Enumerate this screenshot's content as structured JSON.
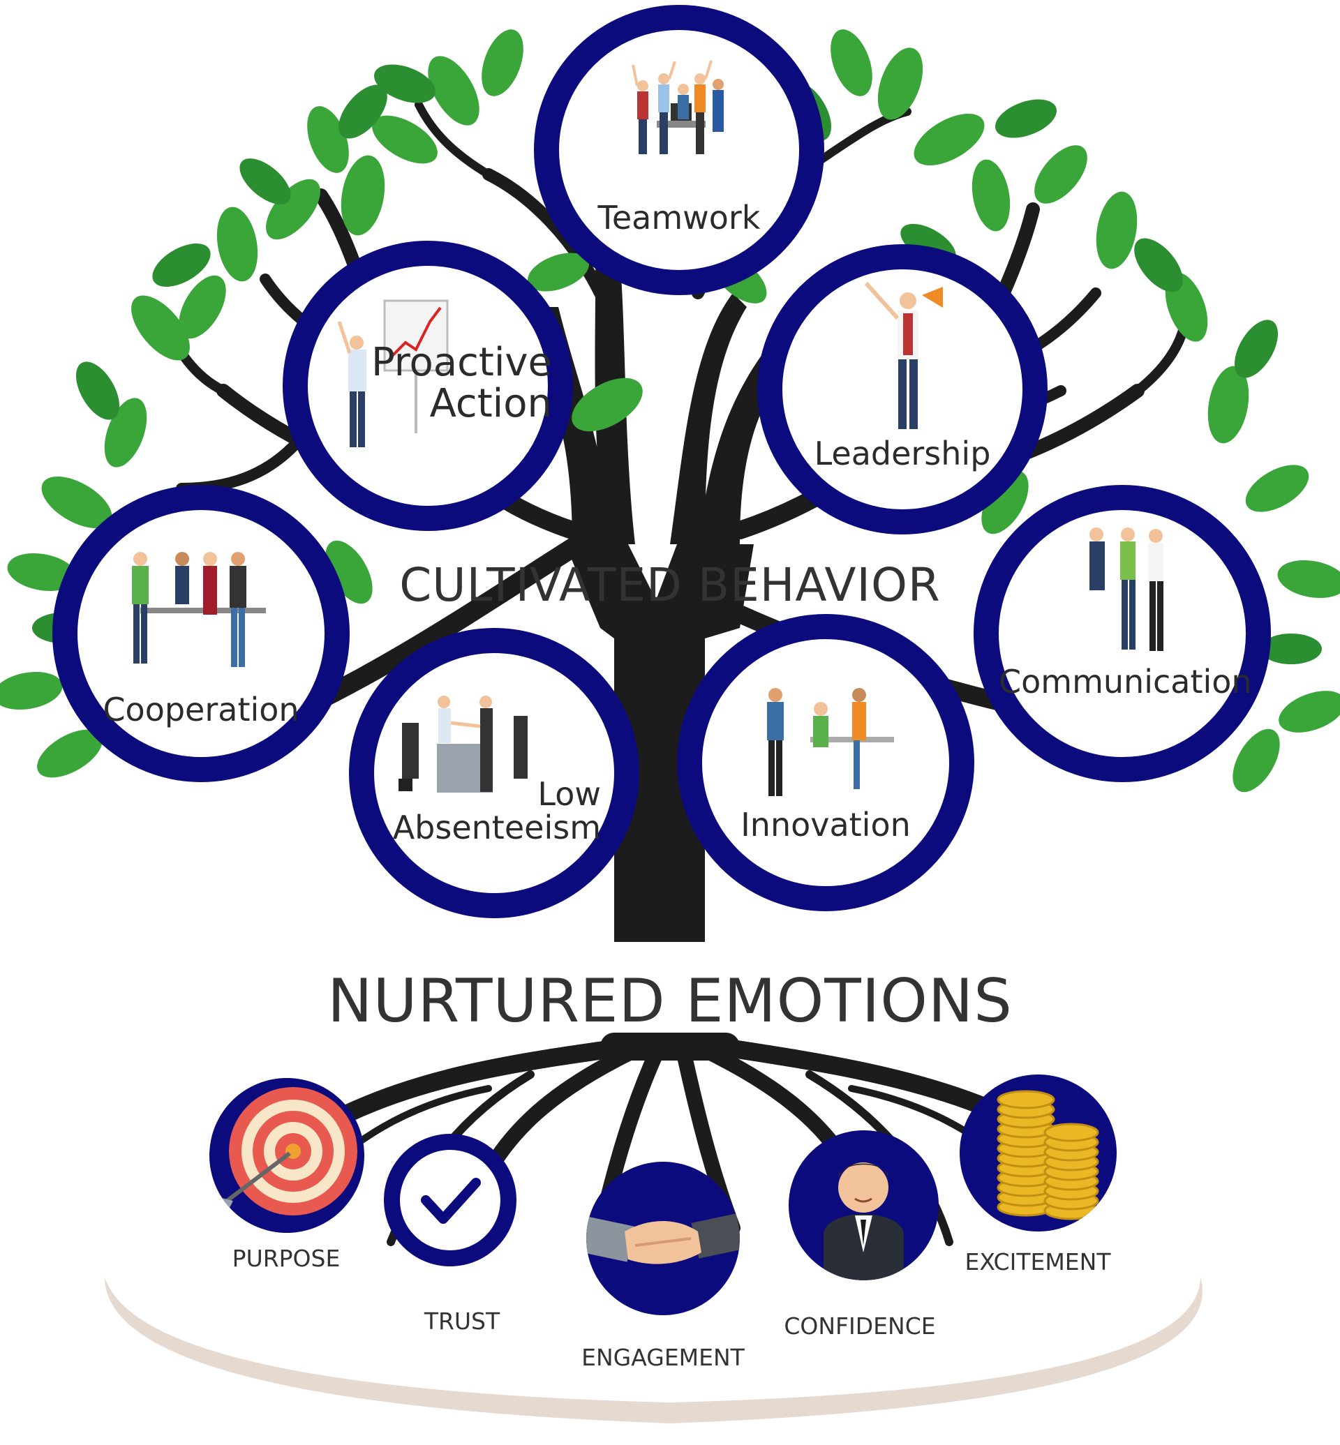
{
  "headings": {
    "behavior": "CULTIVATED BEHAVIOR",
    "emotions": "NURTURED EMOTIONS"
  },
  "behaviors": [
    {
      "id": "teamwork",
      "label": "Teamwork"
    },
    {
      "id": "proactive",
      "label": "Proactive\nAction"
    },
    {
      "id": "leadership",
      "label": "Leadership"
    },
    {
      "id": "cooperation",
      "label": "Cooperation"
    },
    {
      "id": "communication",
      "label": "Communication"
    },
    {
      "id": "low-absenteeism",
      "label": "Low\nAbsenteeism"
    },
    {
      "id": "innovation",
      "label": "Innovation"
    }
  ],
  "emotions": [
    {
      "id": "purpose",
      "label": "PURPOSE",
      "icon": "target-icon"
    },
    {
      "id": "trust",
      "label": "TRUST",
      "icon": "checkmark-icon"
    },
    {
      "id": "engagement",
      "label": "ENGAGEMENT",
      "icon": "handshake-icon"
    },
    {
      "id": "confidence",
      "label": "CONFIDENCE",
      "icon": "businessman-icon"
    },
    {
      "id": "excitement",
      "label": "EXCITEMENT",
      "icon": "coins-icon"
    }
  ],
  "colors": {
    "ring": "#0b0b7d",
    "trunk": "#1c1c1c",
    "leaf": "#3aa63a",
    "leaf_dark": "#1f7f2a",
    "text": "#333333"
  }
}
